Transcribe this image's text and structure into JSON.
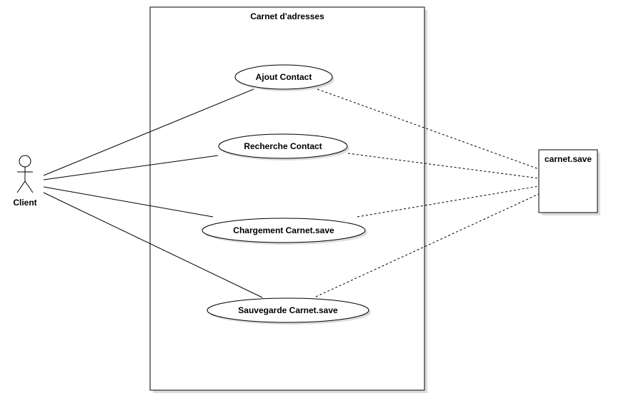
{
  "system": {
    "title": "Carnet d'adresses"
  },
  "actor": {
    "name": "Client"
  },
  "use_cases": [
    {
      "label": "Ajout Contact"
    },
    {
      "label": "Recherche Contact"
    },
    {
      "label": "Chargement Carnet.save"
    },
    {
      "label": "Sauvegarde Carnet.save"
    }
  ],
  "artifact": {
    "name": "carnet.save"
  },
  "colors": {
    "line": "#000000",
    "shadow": "#dcdcdc",
    "fill": "#ffffff"
  }
}
